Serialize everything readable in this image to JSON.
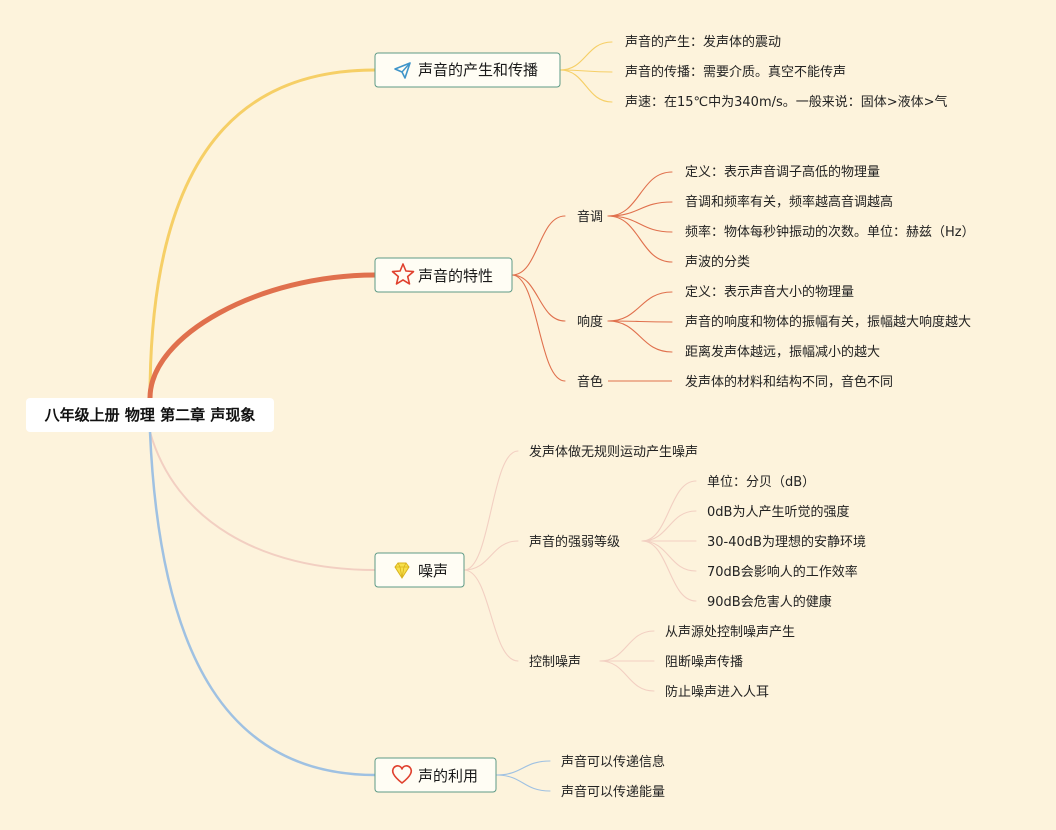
{
  "root": {
    "label": "八年级上册 物理 第二章 声现象"
  },
  "colors": {
    "background": "#fdf3dc",
    "branch1": "#f6cf66",
    "branch2": "#e0704d",
    "branch3": "#f2cfc2",
    "branch4": "#9fc1e2",
    "box_border": "#5e9a86",
    "box_fill": "#fffdf4"
  },
  "branches": [
    {
      "label": "声音的产生和传播",
      "icon": "paper-plane-icon",
      "children": [
        {
          "label": "声音的产生：发声体的震动"
        },
        {
          "label": "声音的传播：需要介质。真空不能传声"
        },
        {
          "label": "声速：在15℃中为340m/s。一般来说：固体>液体>气"
        }
      ]
    },
    {
      "label": "声音的特性",
      "icon": "star-icon",
      "children": [
        {
          "label": "音调",
          "children": [
            {
              "label": "定义：表示声音调子高低的物理量"
            },
            {
              "label": "音调和频率有关，频率越高音调越高"
            },
            {
              "label": "频率：物体每秒钟振动的次数。单位：赫兹（Hz）"
            },
            {
              "label": "声波的分类"
            }
          ]
        },
        {
          "label": "响度",
          "children": [
            {
              "label": "定义：表示声音大小的物理量"
            },
            {
              "label": "声音的响度和物体的振幅有关，振幅越大响度越大"
            },
            {
              "label": "距离发声体越远，振幅减小的越大"
            }
          ]
        },
        {
          "label": "音色",
          "children": [
            {
              "label": "发声体的材料和结构不同，音色不同"
            }
          ]
        }
      ]
    },
    {
      "label": "噪声",
      "icon": "diamond-icon",
      "children": [
        {
          "label": "发声体做无规则运动产生噪声"
        },
        {
          "label": "声音的强弱等级",
          "children": [
            {
              "label": "单位：分贝（dB）"
            },
            {
              "label": "0dB为人产生听觉的强度"
            },
            {
              "label": "30-40dB为理想的安静环境"
            },
            {
              "label": "70dB会影响人的工作效率"
            },
            {
              "label": "90dB会危害人的健康"
            }
          ]
        },
        {
          "label": "控制噪声",
          "children": [
            {
              "label": "从声源处控制噪声产生"
            },
            {
              "label": "阻断噪声传播"
            },
            {
              "label": "防止噪声进入人耳"
            }
          ]
        }
      ]
    },
    {
      "label": "声的利用",
      "icon": "heart-icon",
      "children": [
        {
          "label": "声音可以传递信息"
        },
        {
          "label": "声音可以传递能量"
        }
      ]
    }
  ]
}
